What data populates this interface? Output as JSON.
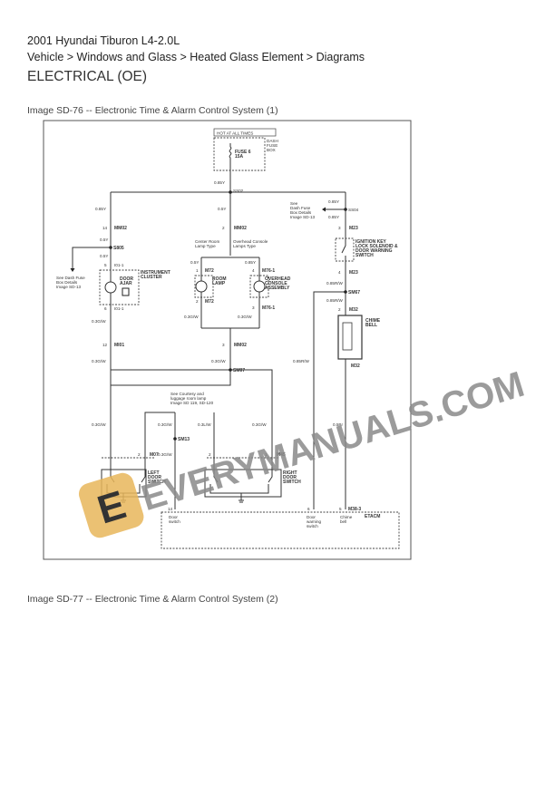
{
  "header": {
    "title": "2001 Hyundai Tiburon L4-2.0L",
    "breadcrumb": "Vehicle > Windows and Glass > Heated Glass Element > Diagrams",
    "section": "ELECTRICAL (OE)"
  },
  "figures": [
    {
      "caption": "Image SD-76 -- Electronic Time & Alarm Control System (1)"
    },
    {
      "caption": "Image SD-77 -- Electronic Time & Alarm Control System (2)"
    }
  ],
  "diagram": {
    "hot": "HOT AT ALL TIMES",
    "dash_fuse_box": [
      "DASH",
      "FUSE",
      "BOX"
    ],
    "fuse": [
      "FUSE 6",
      "15A"
    ],
    "wire_085y": "0.85Y",
    "s802": "SS02",
    "left_wire_1": "0.85Y",
    "mid_wire_1": "0.5Y",
    "right_wire_1": "0.85Y",
    "right_wire_2": "0.85Y",
    "s804": "SS04",
    "see_dash_right": [
      "See",
      "Dash Fuse",
      "Box Details",
      "Image SD-13"
    ],
    "m82_left": "14",
    "m82_left_label": "MM02",
    "m82_mid": "2",
    "m82_mid_label": "MM02",
    "m23_top": "3",
    "m23_label": "M23",
    "left_05y_a": "0.5Y",
    "s805": "S805",
    "left_05y_b": "0.5Y",
    "see_dash_left": [
      "See Dash Fuse",
      "Box Details",
      "Image SD-13"
    ],
    "i01_top": "5",
    "i01_label": "I01-1",
    "instrument_cluster": [
      "INSTRUMENT",
      "CLUSTER"
    ],
    "door_ajar": [
      "DOOR",
      "AJAR"
    ],
    "i01_bot": "6",
    "i01_bot_label": "I01-1",
    "left_03gw": "0.3G/W",
    "center_room": [
      "Center Room",
      "Lamp Type"
    ],
    "overhead_console_type": [
      "Overhead Console",
      "Lamps Type"
    ],
    "m72_wire": "0.5Y",
    "m76_wire": "0.85Y",
    "m72_top": "1",
    "m72_label": "M72",
    "room_lamp": [
      "ROOM",
      "LAMP"
    ],
    "m72_bot": "2",
    "m76_top": "4",
    "m76_label": "M76-1",
    "overhead_console": [
      "OVERHEAD",
      "CONSOLE",
      "ASSEMBLY"
    ],
    "m76_bot": "3",
    "mid_03gw_a": "0.3G/W",
    "mid_03gw_b": "0.3G/W",
    "ignition_switch": [
      "IGNITION KEY",
      "LOCK SOLENOID &",
      "DOOR WARNING",
      "SWITCH"
    ],
    "m23_bot": "4",
    "wire_085rw_a": "0.85R/W",
    "sm67": "SM67",
    "wire_085rw_b": "0.85R/W",
    "m32_top": "2",
    "m32_label": "M32",
    "chime_bell": [
      "CHIME",
      "BELL"
    ],
    "m32_bot": "M32",
    "i01_12": "12",
    "mi01": "MI01",
    "mm02_3": "3",
    "mm02_b": "MM02",
    "left_03gw_b": "0.3G/W",
    "mid_03gw_c": "0.3G/W",
    "wire_085rw_c": "0.85R/W",
    "sm07": "SM07",
    "see_courtesy": [
      "See Courtesy and",
      "luggage room lamp",
      "Image SD 119, SD-120"
    ],
    "ld_wire": "0.3G/W",
    "ld_wire2": "0.3G/W",
    "mid_wire_ld": "0.3L/W",
    "rd_wire": "0.3G/W",
    "chime_wire": "0.5Br",
    "sm13": "SM13",
    "wire_03gw_x": "0.3G/W",
    "m07_pin": "2",
    "m07": "M07",
    "m45_pin": "1",
    "m45": "M45",
    "m45_pin2": "2",
    "left_door": [
      "LEFT",
      "DOOR",
      "SWITCH"
    ],
    "right_door": [
      "RIGHT",
      "DOOR",
      "SWITCH"
    ],
    "etacm_pin1": "14",
    "etacm_pin2": "6",
    "etacm_pin3": "5",
    "m38": "M38-3",
    "etacm": "ETACM",
    "door_switch": [
      "Door",
      "switch"
    ],
    "door_warning": [
      "Door",
      "warning",
      "switch"
    ],
    "chime_label": [
      "Chime",
      "bell"
    ]
  },
  "watermark": {
    "text": "EVERYMANUALS.COM",
    "logo_letter": "E",
    "color": "#e8b65a"
  }
}
